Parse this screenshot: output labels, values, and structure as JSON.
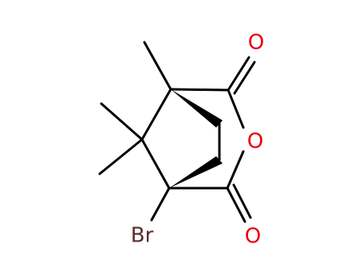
{
  "molecule": {
    "atoms": {
      "oxygen_top": {
        "label": "O",
        "color": "#e8000b"
      },
      "oxygen_ring": {
        "label": "O",
        "color": "#e8000b"
      },
      "oxygen_bottom": {
        "label": "O",
        "color": "#e8000b"
      },
      "bromine": {
        "label": "Br",
        "color": "#5a2d2d"
      }
    },
    "colors": {
      "bond": "#000000",
      "oxygen": "#e8000b",
      "bromine": "#5a2d2d"
    }
  }
}
